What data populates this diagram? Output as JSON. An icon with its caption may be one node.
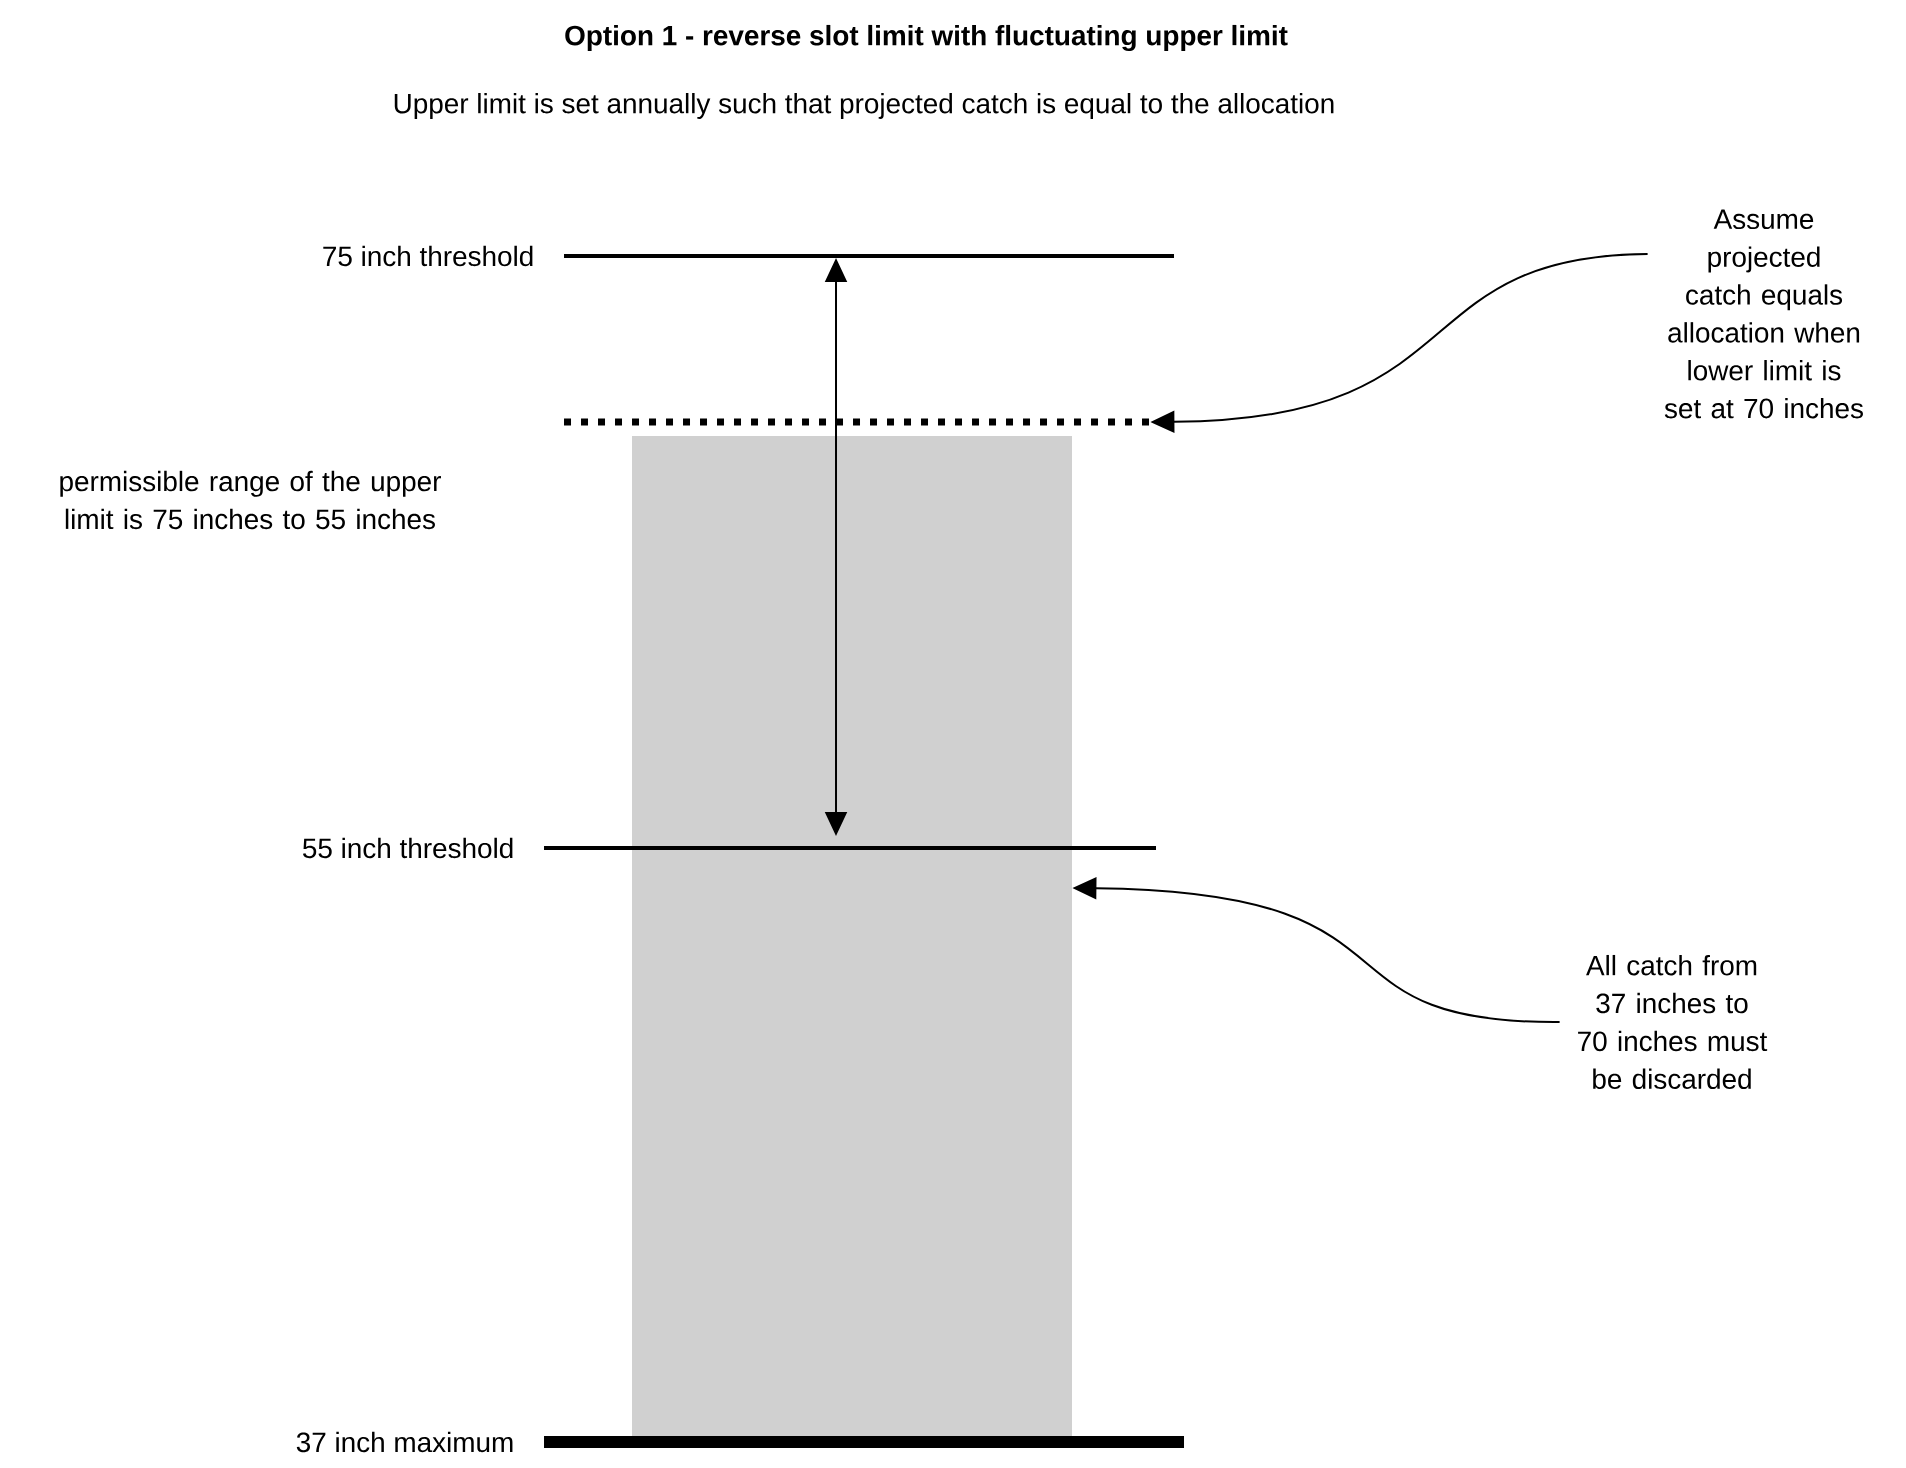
{
  "diagram": {
    "title": "Option 1 - reverse slot limit with fluctuating upper limit",
    "nodes": [
      {
        "text": [
          "Assume projected catch equals allocation when lower limit is set at 70 inches"
        ]
      },
      {
        "text": [],
        "shape": "line"
      },
      {
        "text": [
          "All catch from 37 inches to 70 inches must be discarded"
        ]
      },
      {
        "text": [],
        "shape": "box"
      }
    ],
    "edges": [
      {
        "from": 0,
        "to": 1,
        "arrow": "to"
      },
      {
        "from": 2,
        "to": 3,
        "arrow": "to"
      }
    ],
    "labels": [
      "Upper limit is set annually such that projected catch is equal to the allocation",
      "75 inch threshold",
      "permissible range of the upper limit is 75 inches to 55 inches",
      "55 inch threshold",
      "37 inch maximum"
    ]
  }
}
